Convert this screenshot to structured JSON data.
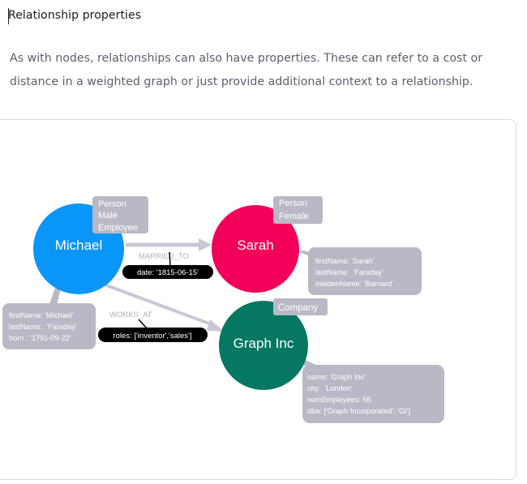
{
  "heading": "Relationship properties",
  "paragraph": "As with nodes, relationships can also have properties. These can refer to a cost or distance in a weighted graph or just provide additional context to a relationship.",
  "figure": {
    "nodes": {
      "michael": {
        "name": "Michael",
        "color": "#0a96f8",
        "labels": [
          "Person",
          "Male",
          "Employee"
        ],
        "properties": [
          "firstName: 'Michael'",
          "lastName:  'Faraday'",
          "born : '1791-09-22'"
        ]
      },
      "sarah": {
        "name": "Sarah",
        "color": "#f2005a",
        "labels": [
          "Person",
          "Female"
        ],
        "properties": [
          "firstName: 'Sarah'",
          "lastName:  'Faraday'",
          "maidenName: 'Barnard'"
        ]
      },
      "graphinc": {
        "name": "Graph Inc",
        "color": "#067763",
        "labels": [
          "Company"
        ],
        "properties": [
          "name: 'Graph Inc'",
          "city:  'London'",
          "numEmployees: 56",
          "dba: ['Graph Incorporated', 'GI']"
        ]
      }
    },
    "relationships": {
      "married_to": {
        "type": "MARRIED_TO",
        "property": "date: '1815-06-15'"
      },
      "works_at": {
        "type": "WORKS_AT",
        "property": "roles: ['inventor','sales']"
      }
    },
    "colors": {
      "label_box": "#b9b9c5",
      "edge": "#c8c8d6",
      "rel_text": "#b0b0bd",
      "prop_pill": "#000000"
    }
  }
}
